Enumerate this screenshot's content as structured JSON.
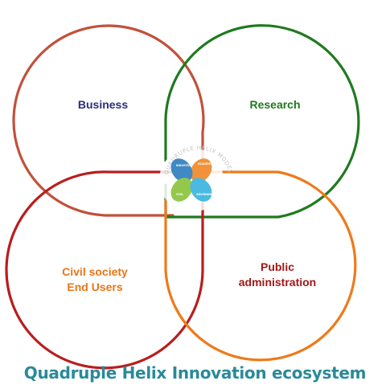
{
  "colors": {
    "business": "#c2513b",
    "research": "#1f7a1f",
    "civil_society": "#b81e1e",
    "public_administration": "#ee7a1b",
    "business_text": "#2b2d7a",
    "research_text": "#1e7a1e",
    "civil_society_text": "#e8761a",
    "public_administration_text": "#a01818",
    "caption": "#2a8a98",
    "logo_orange": "#f08a2a",
    "logo_blue": "#2f7fc0",
    "logo_green": "#8cc43c",
    "logo_cyan": "#3bb5e0"
  },
  "diagram": {
    "business_label": "Business",
    "research_label": "Research",
    "civil_society_line1": "Civil society",
    "civil_society_line2": "End Users",
    "public_administration_line1": "Public",
    "public_administration_line2": "administration"
  },
  "logo": {
    "ring_text": "QUADRUPLE HELIX MODEL",
    "mini_labels": [
      "INDUSTRY",
      "ACADEMIA",
      "CIVIL",
      "GOVERNMENT"
    ]
  },
  "caption": {
    "text": "Quadruple Helix Innovation ecosystem"
  }
}
